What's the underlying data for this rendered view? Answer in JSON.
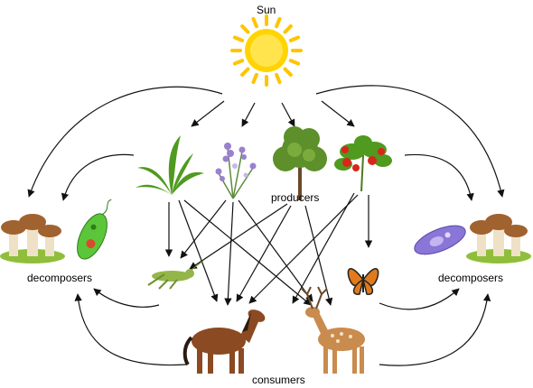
{
  "labels": {
    "sun": "Sun",
    "producers": "producers",
    "consumers": "consumers",
    "decomposers_left": "decomposers",
    "decomposers_right": "decomposers"
  },
  "colors": {
    "sun_core": "#ffd400",
    "sun_ray": "#ffc400",
    "arrow": "#111111",
    "fern": "#4f9a1f",
    "flower": "#9b7fd0",
    "tree": "#5d8f2a",
    "tomato": "#d8261c",
    "mushroom_cap": "#a0622e",
    "mushroom_stem": "#efe1c6",
    "moss": "#8fbf3a",
    "euglena": "#5cc63a",
    "paramecium": "#8a76d6",
    "horse": "#8b4a22",
    "deer": "#c98b4e",
    "grasshopper": "#94b54a",
    "butterfly": "#e07a1c"
  },
  "icons": [
    "sun-icon",
    "fern-icon",
    "wildflower-icon",
    "tree-icon",
    "tomato-plant-icon",
    "mushroom-icon",
    "euglena-icon",
    "paramecium-icon",
    "grasshopper-icon",
    "butterfly-icon",
    "horse-icon",
    "deer-icon"
  ]
}
